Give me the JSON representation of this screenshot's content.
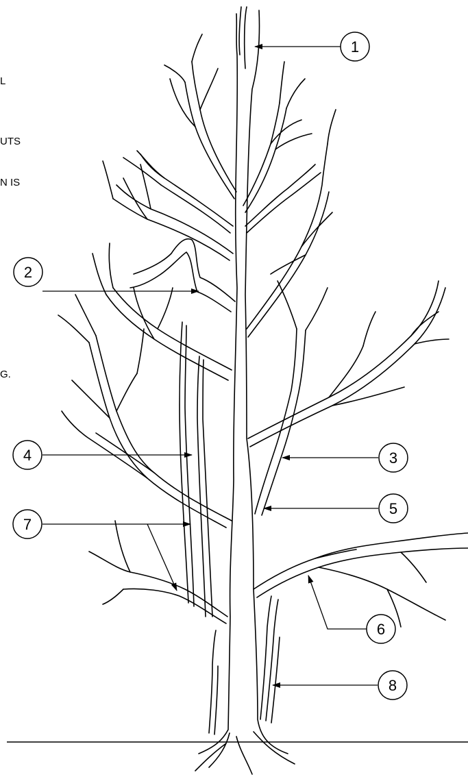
{
  "colors": {
    "ink": "#000000",
    "background": "#ffffff"
  },
  "text_fragments": [
    "L",
    "UTS",
    "N IS",
    "G."
  ],
  "callouts": [
    {
      "number": "1"
    },
    {
      "number": "2"
    },
    {
      "number": "3"
    },
    {
      "number": "4"
    },
    {
      "number": "5"
    },
    {
      "number": "6"
    },
    {
      "number": "7"
    },
    {
      "number": "8"
    }
  ]
}
